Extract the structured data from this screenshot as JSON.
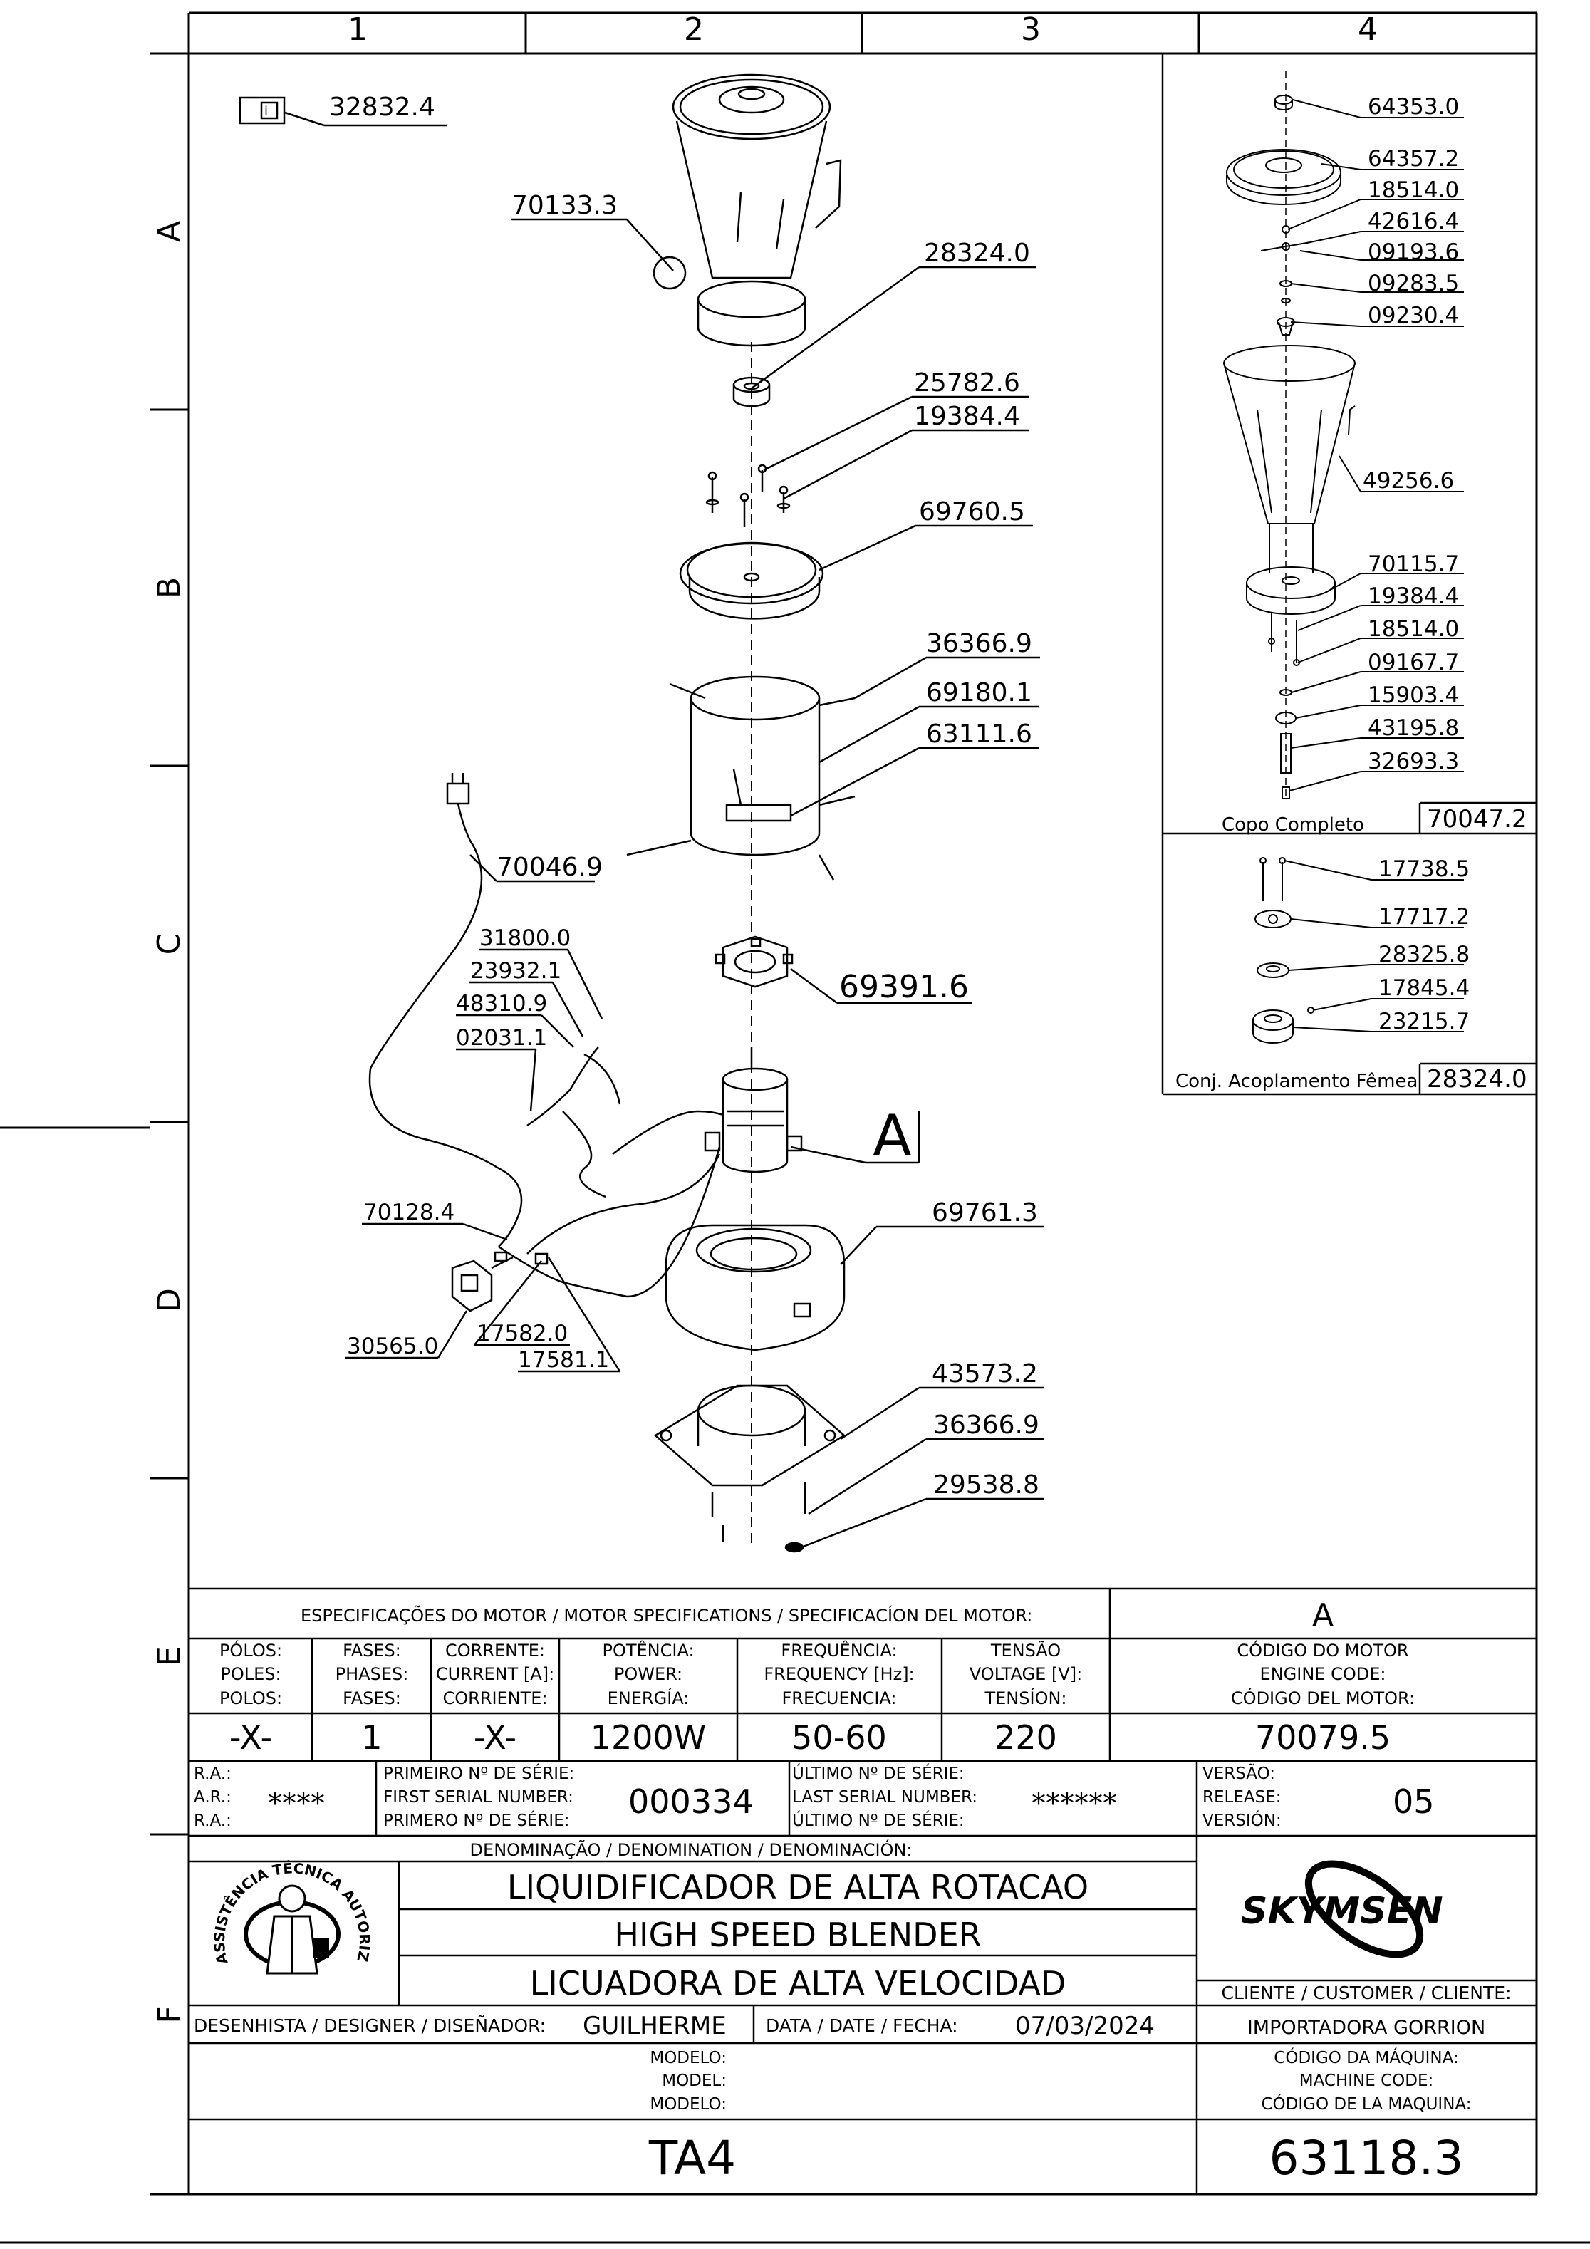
{
  "grid": {
    "columns": [
      "1",
      "2",
      "3",
      "4"
    ],
    "rows": [
      "A",
      "B",
      "C",
      "D",
      "E",
      "F"
    ]
  },
  "info_reference": "32832.4",
  "callouts_main": {
    "c70133": "70133.3",
    "c28324": "28324.0",
    "c25782": "25782.6",
    "c19384": "19384.4",
    "c69760": "69760.5",
    "c36366a": "36366.9",
    "c69180": "69180.1",
    "c63111": "63111.6",
    "c70046": "70046.9",
    "c31800": "31800.0",
    "c23932": "23932.1",
    "c48310": "48310.9",
    "c02031": "02031.1",
    "c69391": "69391.6",
    "cA": "A",
    "c70128": "70128.4",
    "c69761": "69761.3",
    "c30565": "30565.0",
    "c17582": "17582.0",
    "c17581": "17581.1",
    "c43573": "43573.2",
    "c36366b": "36366.9",
    "c29538": "29538.8"
  },
  "copo_completo": {
    "title": "Copo Completo",
    "code": "70047.2",
    "parts": [
      "64353.0",
      "64357.2",
      "18514.0",
      "42616.4",
      "09193.6",
      "09283.5",
      "09230.4",
      "49256.6",
      "70115.7",
      "19384.4",
      "18514.0",
      "09167.7",
      "15903.4",
      "43195.8",
      "32693.3"
    ]
  },
  "acoplamento": {
    "title": "Conj. Acoplamento Fêmea",
    "code": "28324.0",
    "parts": [
      "17738.5",
      "17717.2",
      "28325.8",
      "17845.4",
      "23215.7"
    ]
  },
  "motor_specs": {
    "header": "ESPECIFICAÇÕES DO MOTOR / MOTOR SPECIFICATIONS / SPECIFICACÍON DEL MOTOR:",
    "section_letter": "A",
    "columns": [
      {
        "l1": "PÓLOS:",
        "l2": "POLES:",
        "l3": "POLOS:",
        "value": "-X-"
      },
      {
        "l1": "FASES:",
        "l2": "PHASES:",
        "l3": "FASES:",
        "value": "1"
      },
      {
        "l1": "CORRENTE:",
        "l2": "CURRENT [A]:",
        "l3": "CORRIENTE:",
        "value": "-X-"
      },
      {
        "l1": "POTÊNCIA:",
        "l2": "POWER:",
        "l3": "ENERGÍA:",
        "value": "1200W"
      },
      {
        "l1": "FREQUÊNCIA:",
        "l2": "FREQUENCY [Hz]:",
        "l3": "FRECUENCIA:",
        "value": "50-60"
      },
      {
        "l1": "TENSÃO",
        "l2": "VOLTAGE [V]:",
        "l3": "TENSÍON:",
        "value": "220"
      },
      {
        "l1": "CÓDIGO DO MOTOR",
        "l2": "ENGINE CODE:",
        "l3": "CÓDIGO DEL MOTOR:",
        "value": "70079.5"
      }
    ]
  },
  "serials": {
    "ra_1": "R.A.:",
    "ra_2": "A.R.:",
    "ra_3": "R.A.:",
    "ra_value": "****",
    "first_1": "PRIMEIRO Nº DE SÉRIE:",
    "first_2": "FIRST SERIAL NUMBER:",
    "first_3": "PRIMERO Nº DE SÉRIE:",
    "first_value": "000334",
    "last_1": "ÚLTIMO Nº DE SÉRIE:",
    "last_2": "LAST SERIAL NUMBER:",
    "last_3": "ÚLTIMO Nº DE SÉRIE:",
    "last_value": "******",
    "ver_1": "VERSÃO:",
    "ver_2": "RELEASE:",
    "ver_3": "VERSIÓN:",
    "version_value": "05"
  },
  "denomination": {
    "header": "DENOMINAÇÃO / DENOMINATION / DENOMINACIÓN:",
    "pt": "LIQUIDIFICADOR DE ALTA ROTACAO",
    "en": "HIGH SPEED BLENDER",
    "es": "LICUADORA DE ALTA VELOCIDAD"
  },
  "seal_text": "ASSISTÊNCIA TÉCNICA AUTORIZADA",
  "brand": "SKYMSEN",
  "designer_label": "DESENHISTA / DESIGNER / DISEÑADOR:",
  "designer": "GUILHERME",
  "date_label": "DATA / DATE / FECHA:",
  "date": "07/03/2024",
  "customer_label": "CLIENTE / CUSTOMER / CLIENTE:",
  "customer": "IMPORTADORA GORRION",
  "model_l1": "MODELO:",
  "model_l2": "MODEL:",
  "model_l3": "MODELO:",
  "model": "TA4",
  "machine_l1": "CÓDIGO DA MÁQUINA:",
  "machine_l2": "MACHINE CODE:",
  "machine_l3": "CÓDIGO DE LA MAQUINA:",
  "machine_code": "63118.3"
}
